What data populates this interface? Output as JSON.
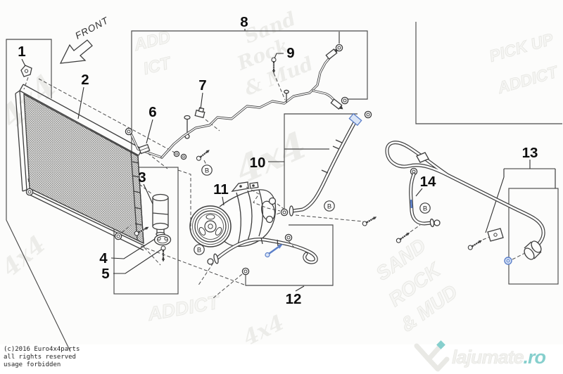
{
  "diagram": {
    "front_arrow_label": "FRONT",
    "connector_letter": "B",
    "parts": [
      {
        "num": "1"
      },
      {
        "num": "2"
      },
      {
        "num": "3"
      },
      {
        "num": "4"
      },
      {
        "num": "5"
      },
      {
        "num": "6"
      },
      {
        "num": "7"
      },
      {
        "num": "8"
      },
      {
        "num": "9"
      },
      {
        "num": "10"
      },
      {
        "num": "11"
      },
      {
        "num": "12"
      },
      {
        "num": "13"
      },
      {
        "num": "14"
      }
    ]
  },
  "colors": {
    "accent_teal": "#86cfcd",
    "highlight_blue": "#5b7fc9",
    "line": "#3d3d3d"
  },
  "watermarks": {
    "script_4x4_tl": "4x4",
    "add": "ADD",
    "ict": "ICT",
    "sand_script": "Sand",
    "rock_script": "Rock",
    "mud_script": "& Mud",
    "pickup": "PICK UP",
    "addict_tr": "ADDICT",
    "big_4x4": "4x4",
    "addict_bc": "ADDICT",
    "script_4x4_bl": "4x4",
    "script_4x4_bc": "4x4",
    "sand_caps": "SAND",
    "rock_caps": "ROCK",
    "mud_caps": "& MUD"
  },
  "footer": {
    "copyright_lines": [
      "(c)2016 Euro4x4parts",
      "all rights reserved",
      "usage forbidden"
    ],
    "logo_text": "lajumate",
    "logo_tld": ".ro"
  }
}
